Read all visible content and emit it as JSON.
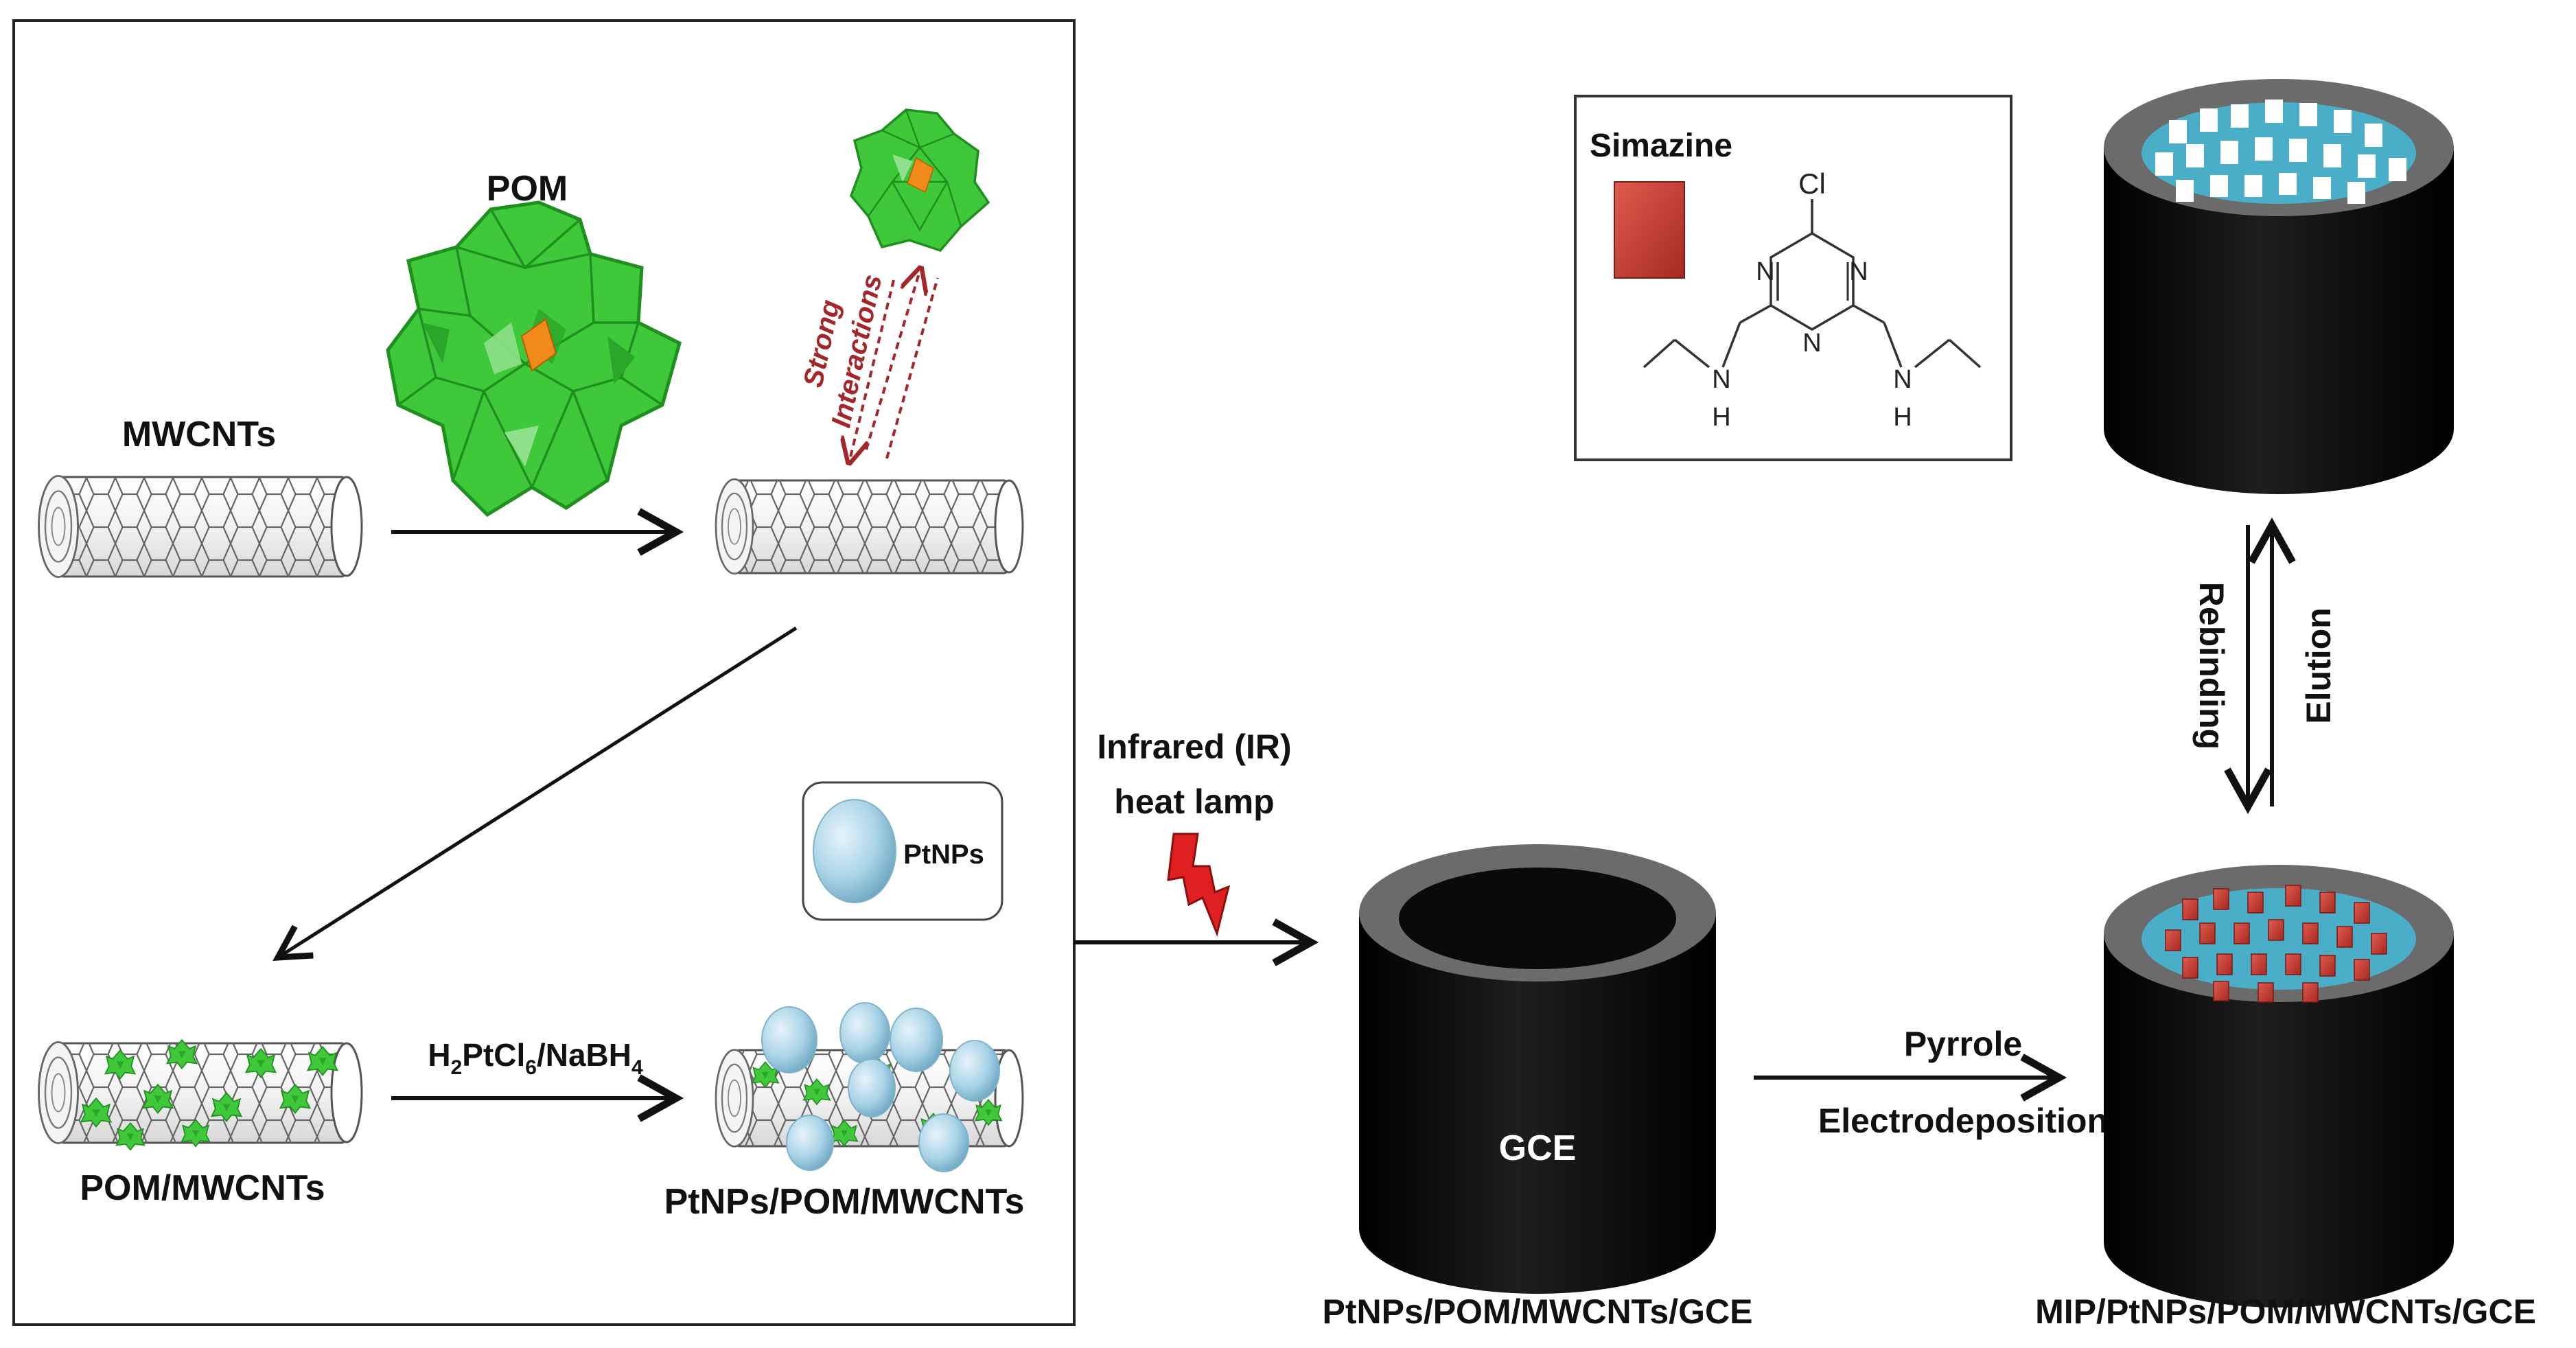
{
  "labels": {
    "pom": "POM",
    "mwcnts": "MWCNTs",
    "strong": "Strong",
    "interactions": "Interactions",
    "pom_mwcnts": "POM/MWCNTs",
    "reagent_main": "H",
    "reagent_sub2": "2",
    "reagent_mid": "PtCl",
    "reagent_sub6": "6",
    "reagent_mid2": "/NaBH",
    "reagent_sub4": "4",
    "ptnps_pom_mwcnts": "PtNPs/POM/MWCNTs",
    "ptnps_legend": "PtNPs",
    "infrared_line1": "Infrared (IR)",
    "infrared_line2": "heat lamp",
    "gce": "GCE",
    "gce_caption": "PtNPs/POM/MWCNTs/GCE",
    "pyrrole": "Pyrrole",
    "electrodeposition": "Electrodeposition",
    "mip_caption": "MIP/PtNPs/POM/MWCNTs/GCE",
    "rebinding": "Rebinding",
    "elution": "Elution",
    "simazine": "Simazine",
    "atom_cl": "Cl",
    "atom_n": "N",
    "atom_h": "H"
  },
  "colors": {
    "pom_green": "#3ec83a",
    "pom_dark": "#1f8f1e",
    "pom_orange": "#f08a1a",
    "pt_blue": "#a9d3e6",
    "electrode_black": "#0d0d0d",
    "electrode_rim": "#6b6b6b",
    "mip_surface": "#4aaec9",
    "template_red": "#c0392b",
    "interaction_red": "#a3262a"
  }
}
